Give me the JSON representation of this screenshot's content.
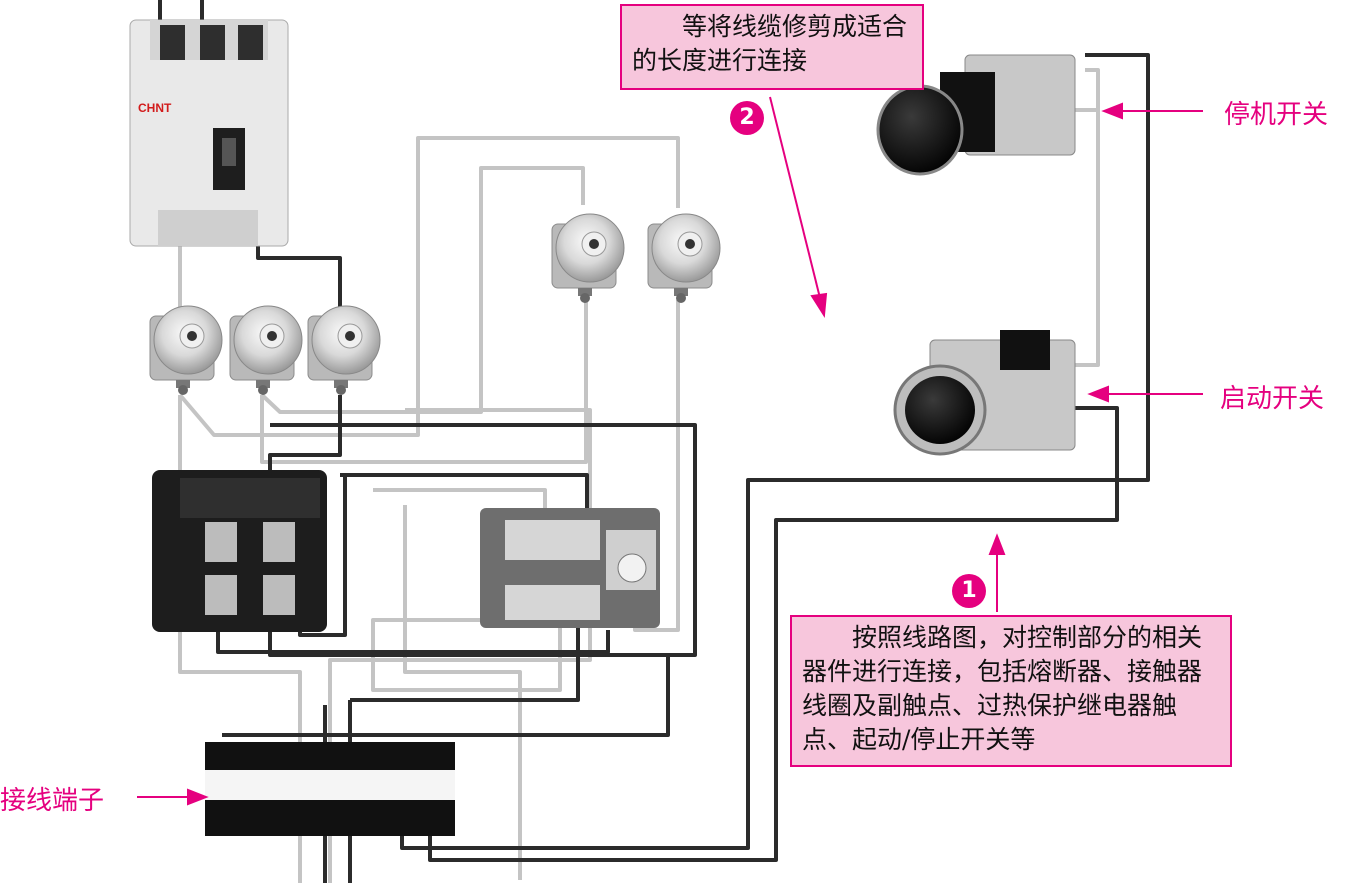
{
  "callouts": {
    "step1": {
      "number": "1",
      "text": "按照线路图，对控制部分的相关器件进行连接，包括熔断器、接触器线圈及副触点、过热保护继电器触点、起动/停止开关等"
    },
    "step2": {
      "number": "2",
      "text": "等将线缆修剪成适合的长度进行连接"
    }
  },
  "labels": {
    "stop_switch": "停机开关",
    "start_switch": "启动开关",
    "terminal_block": "接线端子"
  },
  "breaker": {
    "brand": "CHNT"
  },
  "colors": {
    "accent": "#e5007f",
    "callout_fill": "#f7c6dc",
    "wire_dark": "#2b2b2b",
    "wire_light": "#c4c4c4"
  }
}
